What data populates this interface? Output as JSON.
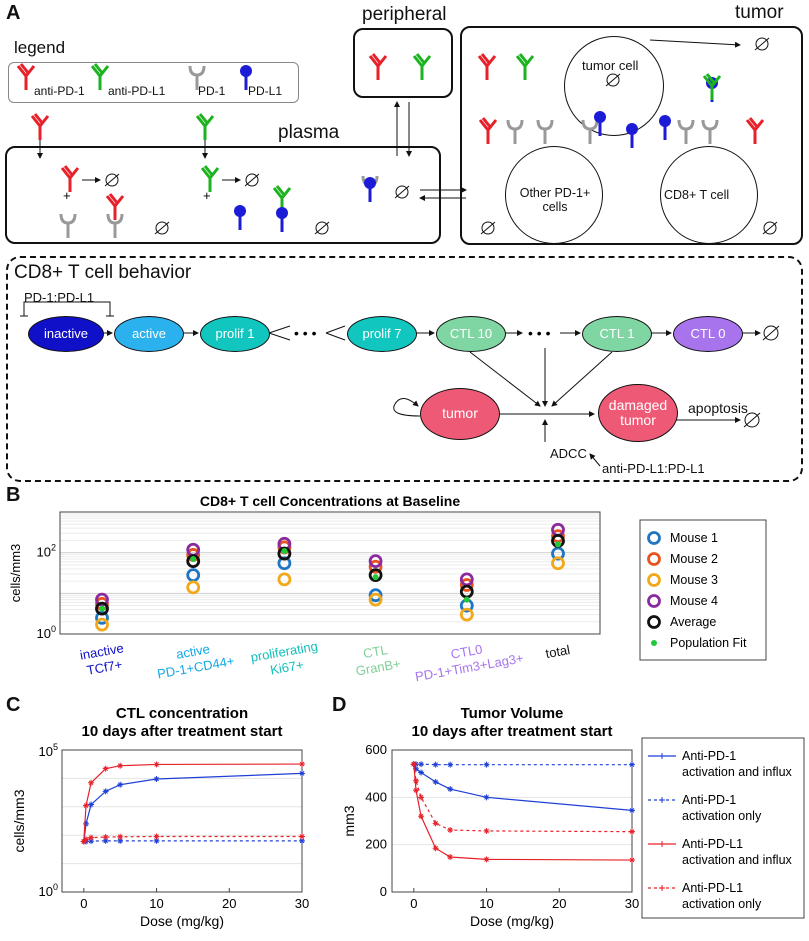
{
  "panels": {
    "a": "A",
    "b": "B",
    "c": "C",
    "d": "D"
  },
  "panel_a": {
    "compartments": {
      "peripheral": "peripheral",
      "tumor": "tumor",
      "plasma": "plasma",
      "legend_title": "legend"
    },
    "legend": [
      {
        "label": "anti-PD-1",
        "color": "#e8202a",
        "icon": "antibody-icon"
      },
      {
        "label": "anti-PD-L1",
        "color": "#1db320",
        "icon": "antibody-icon"
      },
      {
        "label": "PD-1",
        "color": "#999999",
        "icon": "receptor-icon"
      },
      {
        "label": "PD-L1",
        "color": "#1c1cd6",
        "icon": "ligand-icon"
      }
    ],
    "cells": {
      "tumor_cell": "tumor cell",
      "other_pd1": "Other PD-1+ cells",
      "cd8": "CD8+ T cell"
    },
    "plus": "+"
  },
  "cd8_behavior": {
    "title": "CD8+ T cell behavior",
    "inhibitor": "PD-1:PD-L1",
    "states": [
      "inactive",
      "active",
      "prolif 1",
      "prolif 7",
      "CTL 10",
      "CTL 1",
      "CTL 0"
    ],
    "tumor": "tumor",
    "damaged": "damaged tumor",
    "apoptosis": "apoptosis",
    "adcc": "ADCC",
    "adcc_source": "anti-PD-L1:PD-L1",
    "colors": {
      "inactive": "#1010c8",
      "active": "#2ab1ee",
      "prolif": "#12c6c0",
      "ctl": "#7fd6a2",
      "ctl0": "#a774ee",
      "tumor": "#ee5a76"
    }
  },
  "chart_data": [
    {
      "type": "scatter",
      "title": "CD8+ T cell Concentrations at Baseline",
      "ylabel": "cells/mm3",
      "yscale": "log",
      "ylim": [
        1,
        1000
      ],
      "yticks": [
        "10",
        "10"
      ],
      "ytick_exponents": [
        "0",
        "2"
      ],
      "categories": [
        {
          "line1": "inactive",
          "line2": "TCf7+",
          "color": "#1010c8"
        },
        {
          "line1": "active",
          "line2": "PD-1+CD44+",
          "color": "#14a8e6"
        },
        {
          "line1": "proliferating",
          "line2": "Ki67+",
          "color": "#12c0bb"
        },
        {
          "line1": "CTL",
          "line2": "GranB+",
          "color": "#7fcf98"
        },
        {
          "line1": "CTL0",
          "line2": "PD-1+Tim3+Lag3+",
          "color": "#a774ee"
        },
        {
          "line1": "total",
          "line2": "",
          "color": "#111111"
        }
      ],
      "series": [
        {
          "name": "Mouse 1",
          "color": "#1f77c4",
          "marker": "ring",
          "values": [
            2.5,
            28,
            55,
            9,
            5,
            95
          ]
        },
        {
          "name": "Mouse 2",
          "color": "#e8531f",
          "marker": "ring",
          "values": [
            5.5,
            88,
            135,
            45,
            16,
            255
          ]
        },
        {
          "name": "Mouse 3",
          "color": "#f2a818",
          "marker": "ring",
          "values": [
            1.7,
            14,
            22,
            7,
            3,
            55
          ]
        },
        {
          "name": "Mouse 4",
          "color": "#8a2a9e",
          "marker": "ring",
          "values": [
            7,
            118,
            165,
            62,
            22,
            365
          ]
        },
        {
          "name": "Average",
          "color": "#111111",
          "marker": "ring",
          "values": [
            4.2,
            62,
            95,
            28,
            11,
            195
          ]
        },
        {
          "name": "Population Fit",
          "color": "#22c83a",
          "marker": "dot",
          "values": [
            4.2,
            70,
            110,
            25,
            7,
            160
          ]
        }
      ]
    },
    {
      "type": "line",
      "title": "CTL concentration",
      "subtitle": "10 days after treatment start",
      "xlabel": "Dose (mg/kg)",
      "ylabel": "cells/mm3",
      "yscale": "log",
      "ylim": [
        1,
        100000
      ],
      "xlim": [
        -3,
        30
      ],
      "xticks": [
        0,
        10,
        20,
        30
      ],
      "yticks": [
        "10",
        "10"
      ],
      "ytick_exponents": [
        "0",
        "5"
      ],
      "x": [
        0,
        0.3,
        1,
        3,
        5,
        10,
        30
      ],
      "series": [
        {
          "name": "Anti-PD-1 activation and influx",
          "color": "#1f3fd6",
          "style": "solid",
          "values": [
            60,
            250,
            1200,
            3500,
            6000,
            9500,
            15000
          ]
        },
        {
          "name": "Anti-PD-1 activation only",
          "color": "#1f3fd6",
          "style": "dashed",
          "values": [
            60,
            60,
            62,
            63,
            63,
            63,
            63
          ]
        },
        {
          "name": "Anti-PD-L1 activation and influx",
          "color": "#e8202a",
          "style": "solid",
          "values": [
            60,
            1100,
            7000,
            22000,
            28000,
            31000,
            32000
          ]
        },
        {
          "name": "Anti-PD-L1 activation only",
          "color": "#e8202a",
          "style": "dashed",
          "values": [
            60,
            72,
            82,
            86,
            88,
            90,
            90
          ]
        }
      ]
    },
    {
      "type": "line",
      "title": "Tumor Volume",
      "subtitle": "10 days after treatment start",
      "xlabel": "Dose (mg/kg)",
      "ylabel": "mm3",
      "ylim": [
        0,
        600
      ],
      "xlim": [
        -3,
        30
      ],
      "xticks": [
        0,
        10,
        20,
        30
      ],
      "yticks": [
        0,
        200,
        400,
        600
      ],
      "x": [
        0,
        0.3,
        1,
        3,
        5,
        10,
        30
      ],
      "series": [
        {
          "name": "Anti-PD-1 activation and influx",
          "color": "#1f3fd6",
          "style": "solid",
          "values": [
            540,
            520,
            505,
            465,
            435,
            400,
            345
          ]
        },
        {
          "name": "Anti-PD-1 activation only",
          "color": "#1f3fd6",
          "style": "dashed",
          "values": [
            540,
            540,
            540,
            538,
            538,
            538,
            538
          ]
        },
        {
          "name": "Anti-PD-L1 activation and influx",
          "color": "#e8202a",
          "style": "solid",
          "values": [
            540,
            430,
            320,
            185,
            148,
            138,
            135
          ]
        },
        {
          "name": "Anti-PD-L1 activation only",
          "color": "#e8202a",
          "style": "dashed",
          "values": [
            540,
            470,
            400,
            290,
            262,
            258,
            255
          ]
        }
      ]
    }
  ],
  "legend_cd": [
    {
      "line1": "Anti-PD-1",
      "line2": "activation and influx"
    },
    {
      "line1": "Anti-PD-1",
      "line2": "activation only"
    },
    {
      "line1": "Anti-PD-L1",
      "line2": "activation and influx"
    },
    {
      "line1": "Anti-PD-L1",
      "line2": "activation only"
    }
  ]
}
